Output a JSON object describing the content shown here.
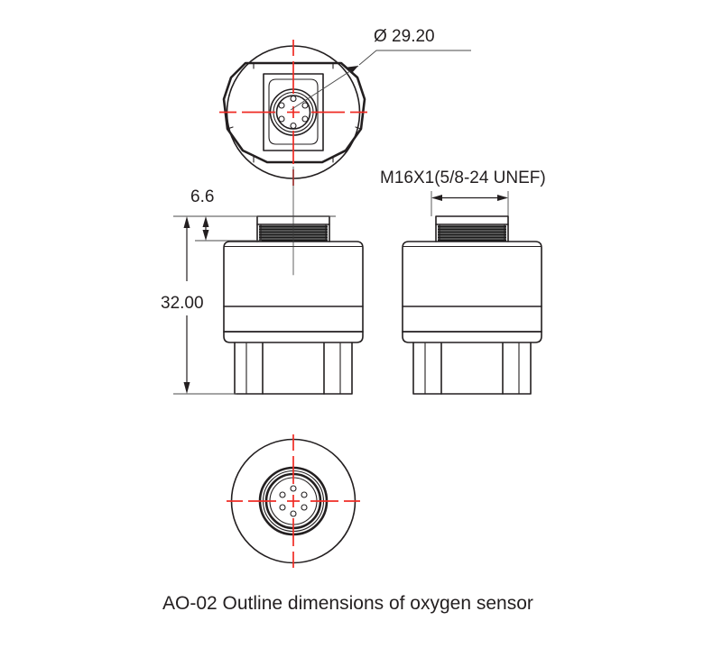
{
  "drawing": {
    "caption": "AO-02  Outline dimensions of oxygen sensor",
    "part_number": "AO-02",
    "colors": {
      "line": "#231f20",
      "centerline": "#ef2b24",
      "background": "#ffffff"
    },
    "annotations": {
      "diameter": "Ø 29.20",
      "thread": "M16X1(5/8-24 UNEF)",
      "thread_height": "6.6",
      "total_height": "32.00"
    },
    "views": [
      {
        "name": "top-view",
        "label": "top"
      },
      {
        "name": "front-view-left",
        "label": "front-left"
      },
      {
        "name": "front-view-right",
        "label": "front-right"
      },
      {
        "name": "bottom-view",
        "label": "bottom"
      }
    ],
    "connector": {
      "pin_count": 6,
      "description": "circular pin pattern"
    }
  }
}
